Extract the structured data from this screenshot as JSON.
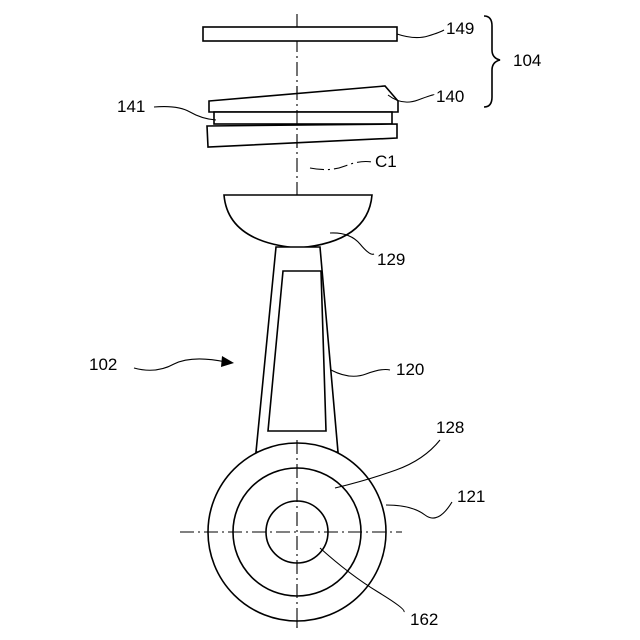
{
  "labels": {
    "l149": "149",
    "l104": "104",
    "l141": "141",
    "l140": "140",
    "lc1": "C1",
    "l129": "129",
    "l102": "102",
    "l120": "120",
    "l128": "128",
    "l121": "121",
    "l162": "162"
  }
}
